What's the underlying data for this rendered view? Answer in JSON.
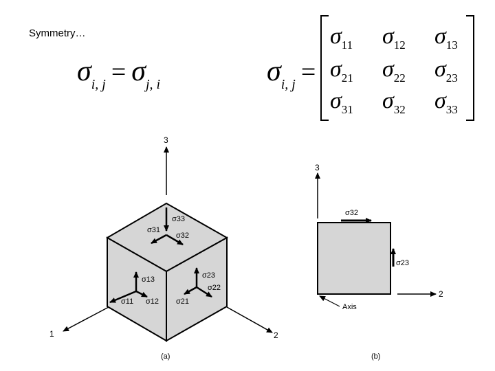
{
  "title": "Symmetry…",
  "symmetry_equation": {
    "lhs_symbol": "σ",
    "lhs_sub": "i, j",
    "equals": "=",
    "rhs_symbol": "σ",
    "rhs_sub": "j, i"
  },
  "matrix": {
    "lhs_symbol": "σ",
    "lhs_sub": "i, j",
    "equals": "=",
    "cells": [
      [
        {
          "s": "σ",
          "sub": "11"
        },
        {
          "s": "σ",
          "sub": "12"
        },
        {
          "s": "σ",
          "sub": "13"
        }
      ],
      [
        {
          "s": "σ",
          "sub": "21"
        },
        {
          "s": "σ",
          "sub": "22"
        },
        {
          "s": "σ",
          "sub": "23"
        }
      ],
      [
        {
          "s": "σ",
          "sub": "31"
        },
        {
          "s": "σ",
          "sub": "32"
        },
        {
          "s": "σ",
          "sub": "33"
        }
      ]
    ]
  },
  "figure_a": {
    "caption": "(a)",
    "axis_labels": {
      "axis1": "1",
      "axis2": "2",
      "axis3": "3"
    },
    "top_face": {
      "normal": "σ33",
      "shear1": "σ31",
      "shear2": "σ32"
    },
    "front_face": {
      "normal": "σ11",
      "shear1": "σ12",
      "shear2": "σ13"
    },
    "right_face": {
      "normal": "σ22",
      "shear1": "σ21",
      "shear2": "σ23"
    }
  },
  "figure_b": {
    "caption": "(b)",
    "axis_labels": {
      "axis2": "2",
      "axis3": "3"
    },
    "top_label": "σ32",
    "right_label": "σ23",
    "origin_label": "Axis"
  },
  "colors": {
    "face": "#d6d6d6",
    "stroke": "#000000"
  }
}
